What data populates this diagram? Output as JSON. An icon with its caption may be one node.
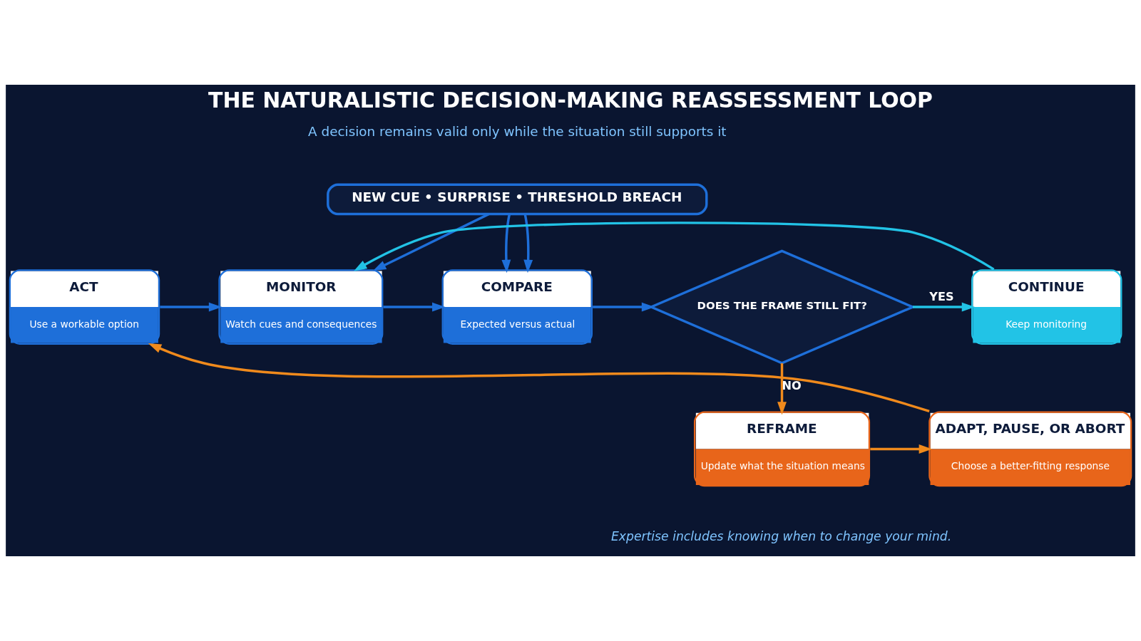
{
  "diagram": {
    "title": "THE NATURALISTIC DECISION-MAKING REASSESSMENT LOOP",
    "caption": "Expertise includes knowing when to change your mind.",
    "nodes": [
      {
        "text": [
          "NEW CUE • SURPRISE • THRESHOLD BREACH"
        ]
      },
      {
        "text": [
          "ACT",
          "Use a workable option"
        ]
      },
      {
        "text": [
          "MONITOR",
          "Watch cues and consequences"
        ]
      },
      {
        "text": [
          "COMPARE",
          "Expected versus actual"
        ]
      },
      {
        "text": [
          "DOES THE FRAME STILL FIT?"
        ]
      },
      {
        "text": [
          "CONTINUE",
          "Keep monitoring"
        ]
      },
      {
        "text": [
          "REFRAME",
          "Update what the situation means"
        ]
      },
      {
        "text": [
          "ADAPT, PAUSE, OR ABORT",
          "Choose a better-fitting response"
        ]
      }
    ],
    "edges": [
      {
        "from": 0,
        "to": 2,
        "arrow": "to"
      },
      {
        "from": 0,
        "to": 3,
        "arrow": "to"
      },
      {
        "from": 0,
        "to": 3,
        "arrow": "to"
      },
      {
        "from": 1,
        "to": 2,
        "arrow": "to"
      },
      {
        "from": 2,
        "to": 3,
        "arrow": "to"
      },
      {
        "from": 3,
        "to": 4,
        "arrow": "to"
      },
      {
        "from": 4,
        "to": 5,
        "arrow": "to",
        "label": "YES",
        "color": "#22c3e6"
      },
      {
        "from": 5,
        "to": 2,
        "arrow": "to",
        "color": "#22c3e6"
      },
      {
        "from": 4,
        "to": 6,
        "arrow": "to",
        "label": "NO",
        "color": "#f08a1c"
      },
      {
        "from": 6,
        "to": 7,
        "arrow": "to",
        "color": "#f08a1c"
      },
      {
        "from": 7,
        "to": 1,
        "arrow": "to",
        "color": "#f08a1c"
      }
    ],
    "labels": [
      "A decision remains valid only while the situation still supports it"
    ]
  }
}
